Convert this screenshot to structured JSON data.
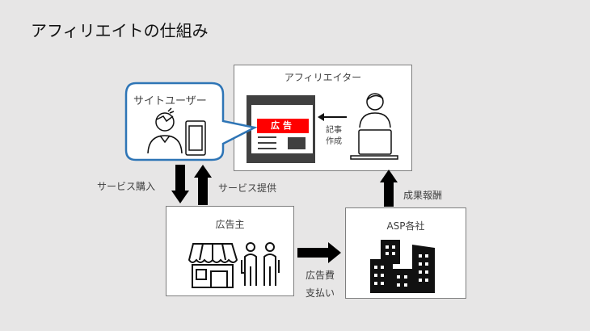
{
  "title": "アフィリエイトの仕組み",
  "affiliator": {
    "label": "アフィリエイター",
    "ad_label": "広告",
    "action_line1": "記事",
    "action_line2": "作成"
  },
  "site_user": {
    "label": "サイトユーザー"
  },
  "flows": {
    "purchase": "サービス購入",
    "provide": "サービス提供",
    "reward": "成果報酬",
    "fee_line1": "広告費",
    "fee_line2": "支払い"
  },
  "advertiser": {
    "label": "広告主"
  },
  "asp": {
    "label": "ASP各社"
  },
  "colors": {
    "background": "#e7e6e6",
    "bubble_border": "#2e75b6",
    "ad_red": "#ff0000",
    "site_dark": "#404040"
  }
}
